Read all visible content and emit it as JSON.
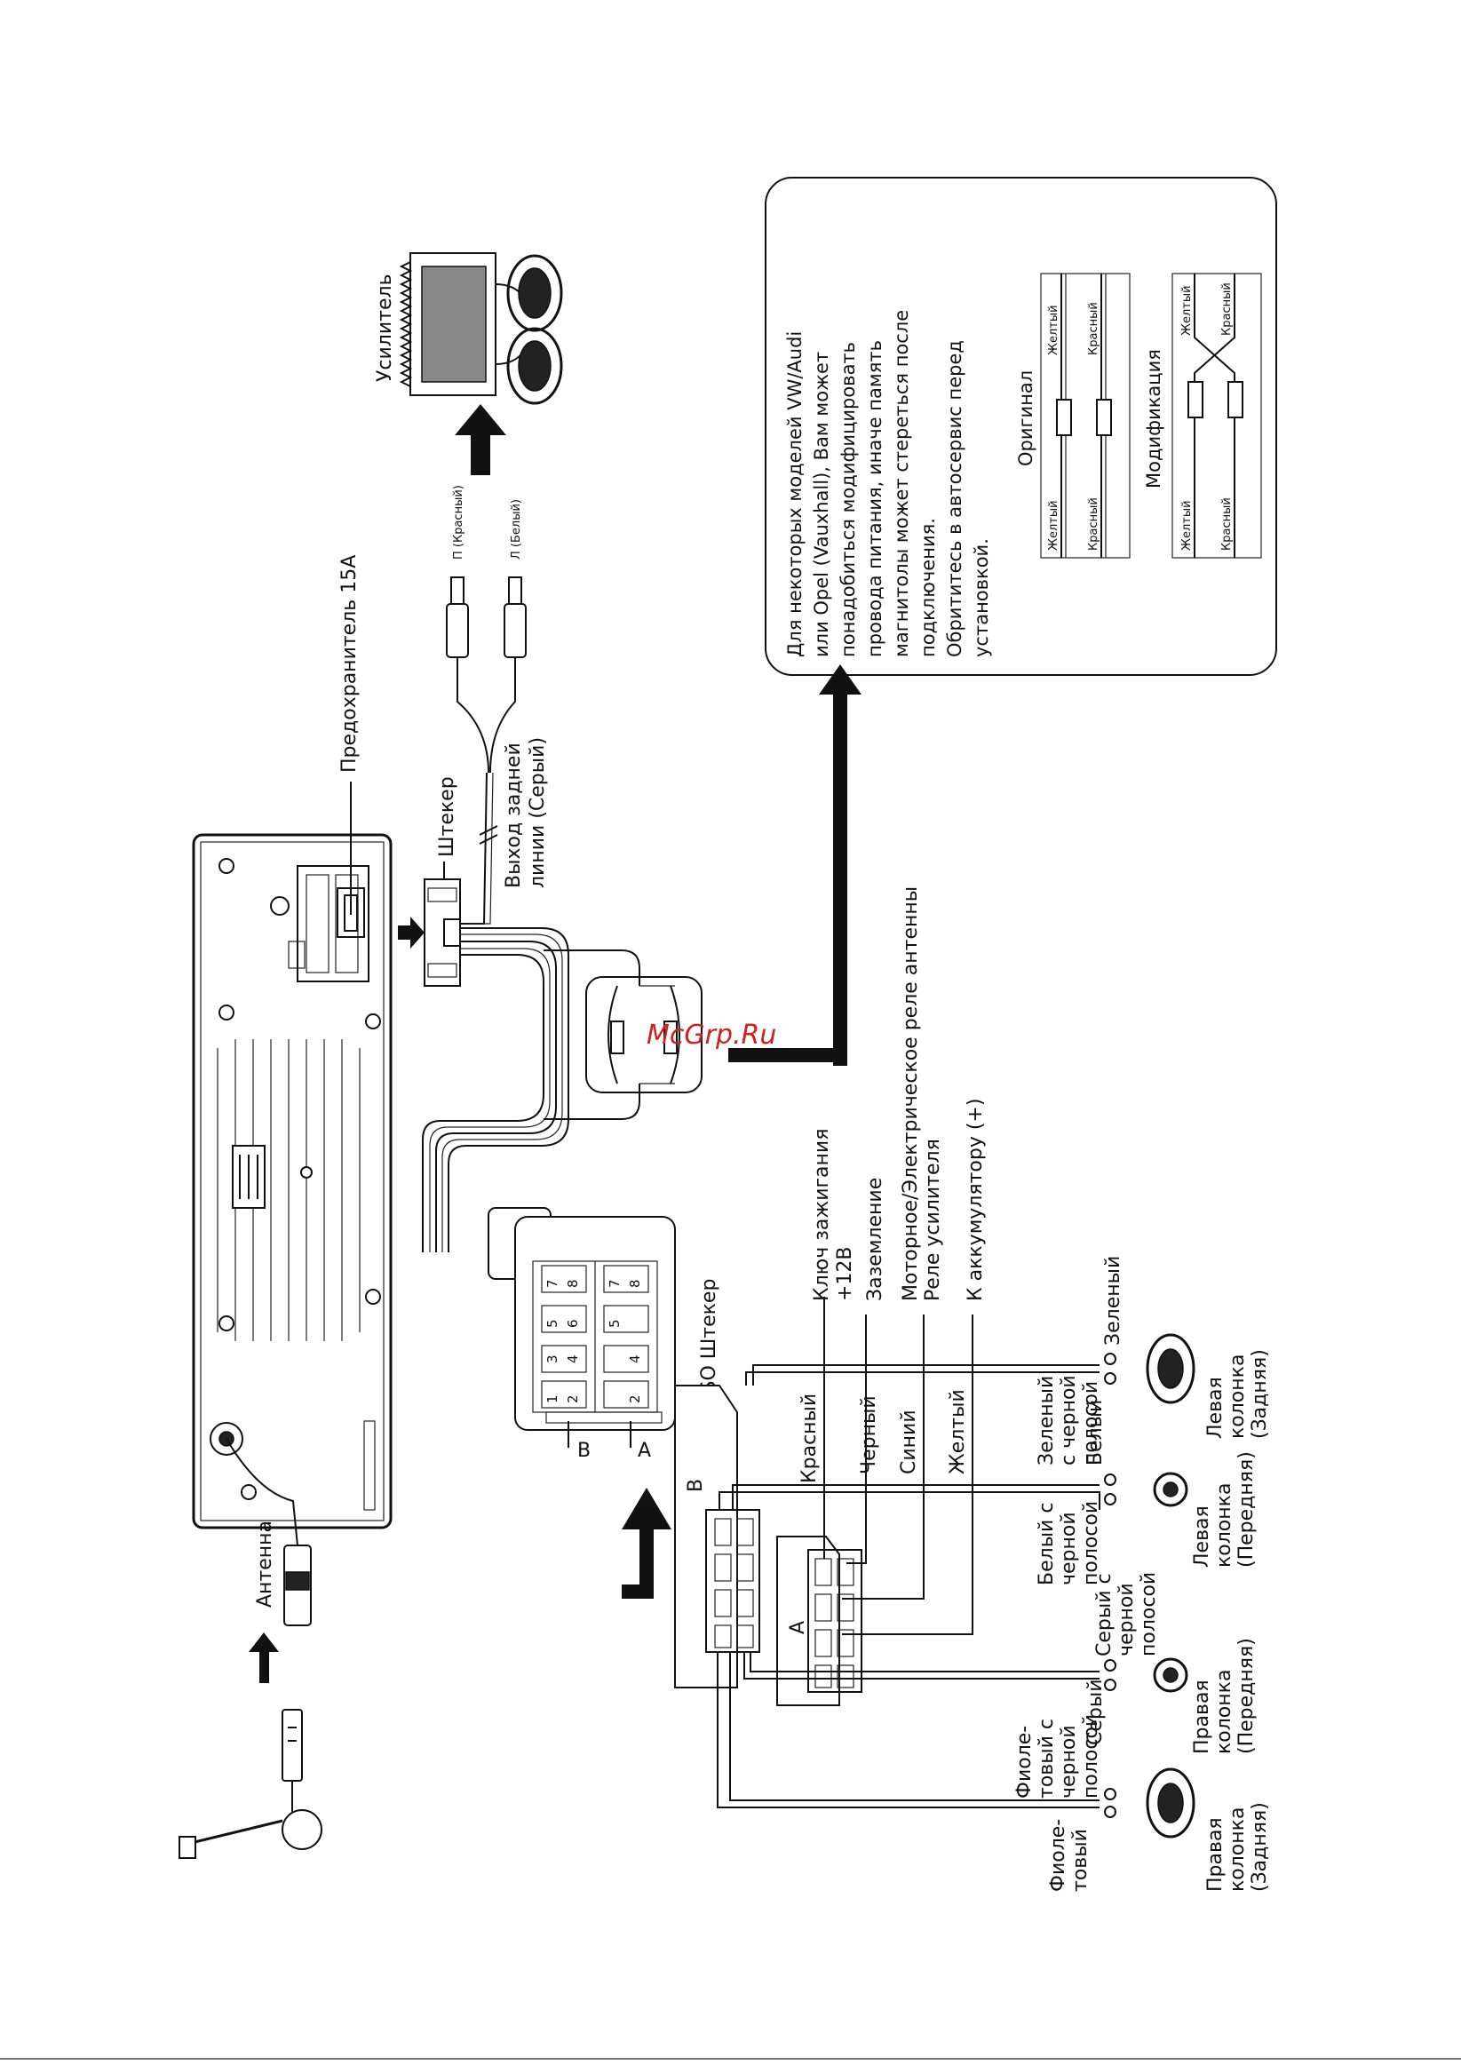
{
  "labels": {
    "antenna": "Антенна",
    "fuse": "Предохранитель 15A",
    "plug": "Штекер",
    "line_out_1": "Выход задней",
    "line_out_2": "линии (Серый)",
    "rca_right": "П (Красный)",
    "rca_left": "Л (Белый)",
    "amplifier": "Усилитель",
    "iso_plug": "ISO Штекер",
    "conn_b": "B",
    "conn_a": "A",
    "wire_red": "Красный",
    "wire_black": "Черный",
    "wire_blue": "Синий",
    "wire_yellow": "Желтый",
    "func_ignition_1": "Ключ зажигания",
    "func_ignition_2": "+12В",
    "func_ground": "Заземление",
    "func_antenna_1": "Моторное/Электрическое реле антенны",
    "func_antenna_2": "Реле усилителя",
    "func_battery": "К аккумулятору (+)",
    "watermark": "McGrp.Ru",
    "box_b_letter": "B",
    "box_a_letter": "A"
  },
  "speakers": [
    {
      "name_1": "Правая",
      "name_2": "колонка",
      "name_3": "(Задняя)",
      "wire_neg_1": "Фиоле-",
      "wire_neg_2": "товый",
      "wire_pos_1": "Фиоле-",
      "wire_pos_2": "товый с",
      "wire_pos_3": "черной",
      "wire_pos_4": "полосой"
    },
    {
      "name_1": "Правая",
      "name_2": "колонка",
      "name_3": "(Передняя)",
      "wire_neg_1": "Серый",
      "wire_pos_1": "Серый с",
      "wire_pos_2": "черной",
      "wire_pos_3": "полосой"
    },
    {
      "name_1": "Левая",
      "name_2": "колонка",
      "name_3": "(Передняя)",
      "wire_neg_1": "Белый с",
      "wire_neg_2": "черной",
      "wire_neg_3": "полосой",
      "wire_pos_1": "Белый"
    },
    {
      "name_1": "Левая",
      "name_2": "колонка",
      "name_3": "(Задняя)",
      "wire_neg_1": "Зеленый",
      "wire_neg_2": "с черной",
      "wire_neg_3": "полосой",
      "wire_pos_1": "Зеленый"
    }
  ],
  "pins": {
    "b": [
      "1",
      "3",
      "5",
      "7",
      "2",
      "4",
      "6",
      "8"
    ],
    "a": [
      "5",
      "7",
      "2",
      "4",
      "8"
    ]
  },
  "note": {
    "lines": [
      "Для  некоторых  моделей  VW/Audi",
      "или  Opel  (Vauxhall),  Вам  может",
      "понадобиться      модифицировать",
      "провода  питания,  иначе  память",
      "магнитолы может стереться после",
      "подключения.",
      "Обрититесь   в   автосервис   перед",
      "установкой."
    ],
    "original_title": "Оригинал",
    "mod_title": "Модификация",
    "yellow": "Желтый",
    "red": "Красный"
  }
}
